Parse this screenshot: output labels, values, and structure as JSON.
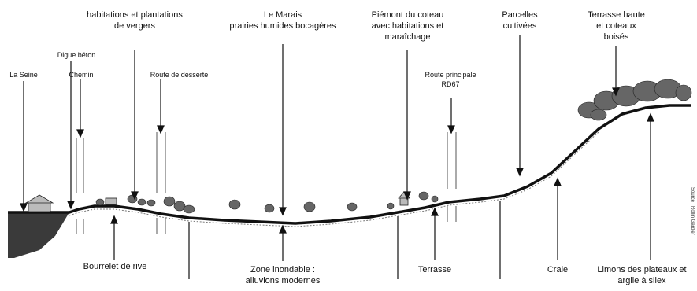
{
  "labels": {
    "habitations": "habitations et plantations\nde vergers",
    "marais": "Le Marais\nprairies humides bocagères",
    "piemont": "Piémont du coteau\navec habitations et\nmaraîchage",
    "parcelles": "Parcelles\ncultivées",
    "terrasse_haute": "Terrasse haute\net coteaux\nboisés",
    "digue": "Digue béton",
    "seine": "La Seine",
    "chemin": "Chemin",
    "route_desserte": "Route de desserte",
    "route_principale": "Route principale\nRD67",
    "bourrelet": "Bourrelet de rive",
    "zone_inondable": "Zone inondable :\nalluvions modernes",
    "terrasse": "Terrasse",
    "craie": "Craie",
    "limons": "Limons des plateaux et\nargile à silex"
  },
  "credit": "Source : Rollin Gardier",
  "colors": {
    "ink": "#111111",
    "vegetation": "#4a4a4a",
    "background": "#ffffff"
  }
}
